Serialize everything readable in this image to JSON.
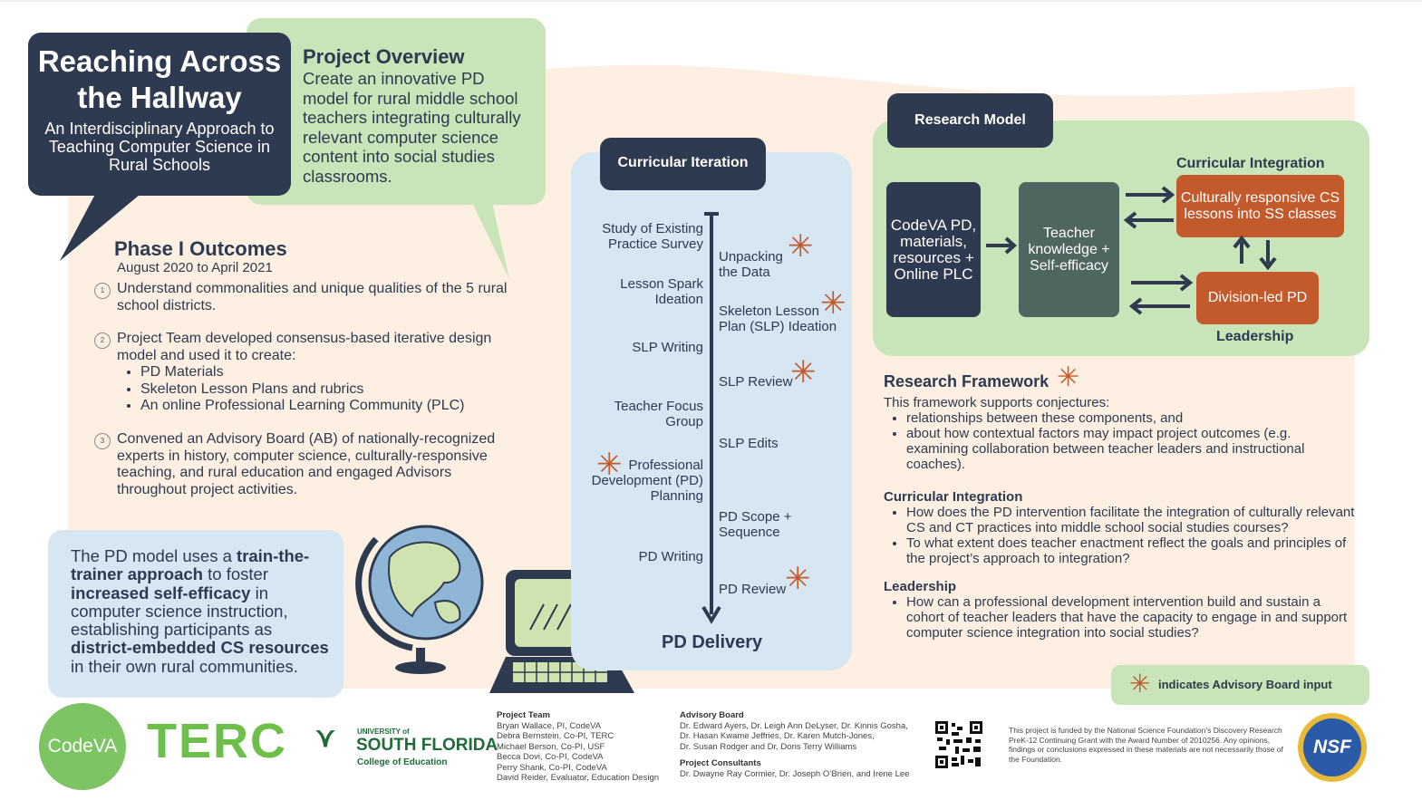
{
  "title": {
    "main": "Reaching Across the Hallway",
    "subtitle": "An Interdisciplinary Approach to Teaching Computer Science in Rural Schools"
  },
  "overview": {
    "heading": "Project Overview",
    "text": "Create an innovative PD model for rural middle school teachers integrating culturally relevant computer science content into social studies classrooms."
  },
  "phase": {
    "heading": "Phase I Outcomes",
    "dates": "August 2020 to April 2021",
    "items": [
      {
        "num": "1",
        "text": "Understand commonalities and unique qualities of the 5 rural school districts."
      },
      {
        "num": "2",
        "text": "Project Team developed consensus-based iterative design model and used it to create:",
        "bullets": [
          "PD Materials",
          "Skeleton Lesson Plans and rubrics",
          "An online Professional Learning Community (PLC)"
        ]
      },
      {
        "num": "3",
        "text": "Convened an Advisory Board (AB) of nationally-recognized experts in history, computer science, culturally-responsive teaching, and rural education and engaged Advisors throughout project activities."
      }
    ]
  },
  "model": {
    "p1": "The PD model uses a ",
    "b1": "train-the-trainer approach",
    "p2": " to foster ",
    "b2": "increased self-efficacy",
    "p3": " in computer science instruction, establishing participants as ",
    "b3": "district-embedded CS resources",
    "p4": " in their own rural communities."
  },
  "iteration": {
    "tab": "Curricular Iteration",
    "left_steps": [
      "Study of Existing Practice Survey",
      "Lesson Spark Ideation",
      "SLP Writing",
      "Teacher Focus Group",
      "Professional Development (PD) Planning",
      "PD Writing"
    ],
    "right_steps": [
      "Unpacking the Data",
      "Skeleton Lesson Plan (SLP) Ideation",
      "SLP Review",
      "SLP Edits",
      "PD Scope + Sequence",
      "PD Review"
    ],
    "end": "PD Delivery"
  },
  "research_model": {
    "tab": "Research Model",
    "box1": "CodeVA PD, materials, resources + Online PLC",
    "box2": "Teacher knowledge + Self-efficacy",
    "ci_label": "Curricular Integration",
    "box3": "Culturally responsive CS lessons into SS classes",
    "box4": "Division-led PD",
    "lead_label": "Leadership",
    "colors": {
      "dark": "#2d3a4f",
      "grey": "#4f6560",
      "orange": "#c25a2b",
      "green": "#c9e4b8"
    }
  },
  "framework": {
    "heading": "Research Framework",
    "intro": "This framework supports conjectures:",
    "bullets": [
      "relationships between these components, and",
      "about how contextual factors may impact project outcomes (e.g. examining collaboration between teacher leaders and instructional coaches)."
    ],
    "ci_heading": "Curricular Integration",
    "ci_bullets": [
      "How does the PD intervention facilitate the integration of culturally relevant CS and CT practices into middle school social studies courses?",
      "To what extent does teacher enactment reflect the goals and principles of the project’s approach to integration?"
    ],
    "lead_heading": "Leadership",
    "lead_bullets": [
      "How can a professional development intervention build and sustain a cohort of teacher leaders that have the capacity to engage in and support computer science integration into social studies?"
    ]
  },
  "legend": "indicates Advisory Board input",
  "logos": {
    "codeva": "CodeVA",
    "terc": "TERC",
    "usf_top": "UNIVERSITY of",
    "usf_main": "SOUTH FLORIDA",
    "usf_sub": "College of Education",
    "nsf": "NSF"
  },
  "team": {
    "heading": "Project Team",
    "members": [
      "Bryan Wallace, PI, CodeVA",
      "Debra Bernstein, Co-PI, TERC",
      "Michael Berson, Co-PI, USF",
      "Becca Dovi, Co-PI, CodeVA",
      "Perry Shank, Co-PI, CodeVA",
      "David Reider, Evaluator, Education Design"
    ]
  },
  "advisory": {
    "heading": "Advisory Board",
    "members": [
      "Dr. Edward Ayers, Dr. Leigh Ann DeLyser, Dr. Kinnis Gosha,",
      "Dr. Hasan Kwame Jeffries, Dr. Karen Mutch-Jones,",
      "Dr. Susan Rodger and Dr. Doris Terry Williams"
    ],
    "consult_heading": "Project Consultants",
    "consultants": "Dr. Dwayne Ray Cormier, Dr. Joseph O’Brien, and Irene Lee"
  },
  "funding": "This project is funded by the National Science Foundation’s Discovery Research PreK-12 Continuing Grant with the Award Number of 2010256. Any opinions, findings or conclusions expressed in these materials are not necessarily those of the Foundation."
}
